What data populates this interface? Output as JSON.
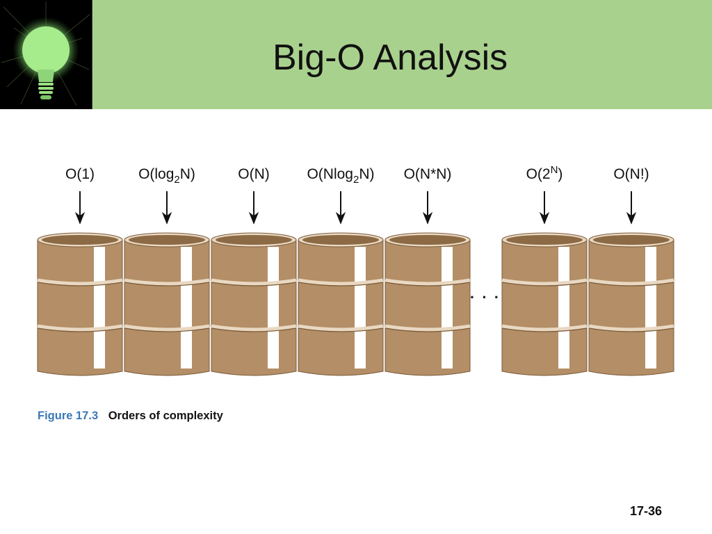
{
  "slide": {
    "title": "Big-O Analysis",
    "logo_icon": "lightbulb-icon",
    "page_number": "17-36"
  },
  "figure": {
    "number": "Figure 17.3",
    "caption": "Orders of complexity",
    "ellipsis": "· · ·",
    "complexity_classes": [
      {
        "prefix": "O(1)",
        "sub": "",
        "sup": "",
        "suffix": ""
      },
      {
        "prefix": "O(log",
        "sub": "2",
        "sup": "",
        "suffix": "N)"
      },
      {
        "prefix": "O(N)",
        "sub": "",
        "sup": "",
        "suffix": ""
      },
      {
        "prefix": "O(Nlog",
        "sub": "2",
        "sup": "",
        "suffix": "N)"
      },
      {
        "prefix": "O(N*N)",
        "sub": "",
        "sup": "",
        "suffix": ""
      },
      {
        "prefix": "O(2",
        "sub": "",
        "sup": "N",
        "suffix": ")"
      },
      {
        "prefix": "O(N!)",
        "sub": "",
        "sup": "",
        "suffix": ""
      }
    ]
  },
  "colors": {
    "header_green": "#a9d18e",
    "barrel_body": "#b38e66",
    "barrel_rim": "#8c6a45",
    "barrel_highlight": "#ffffff",
    "arrow": "#111111",
    "figure_label": "#3a78b6"
  }
}
